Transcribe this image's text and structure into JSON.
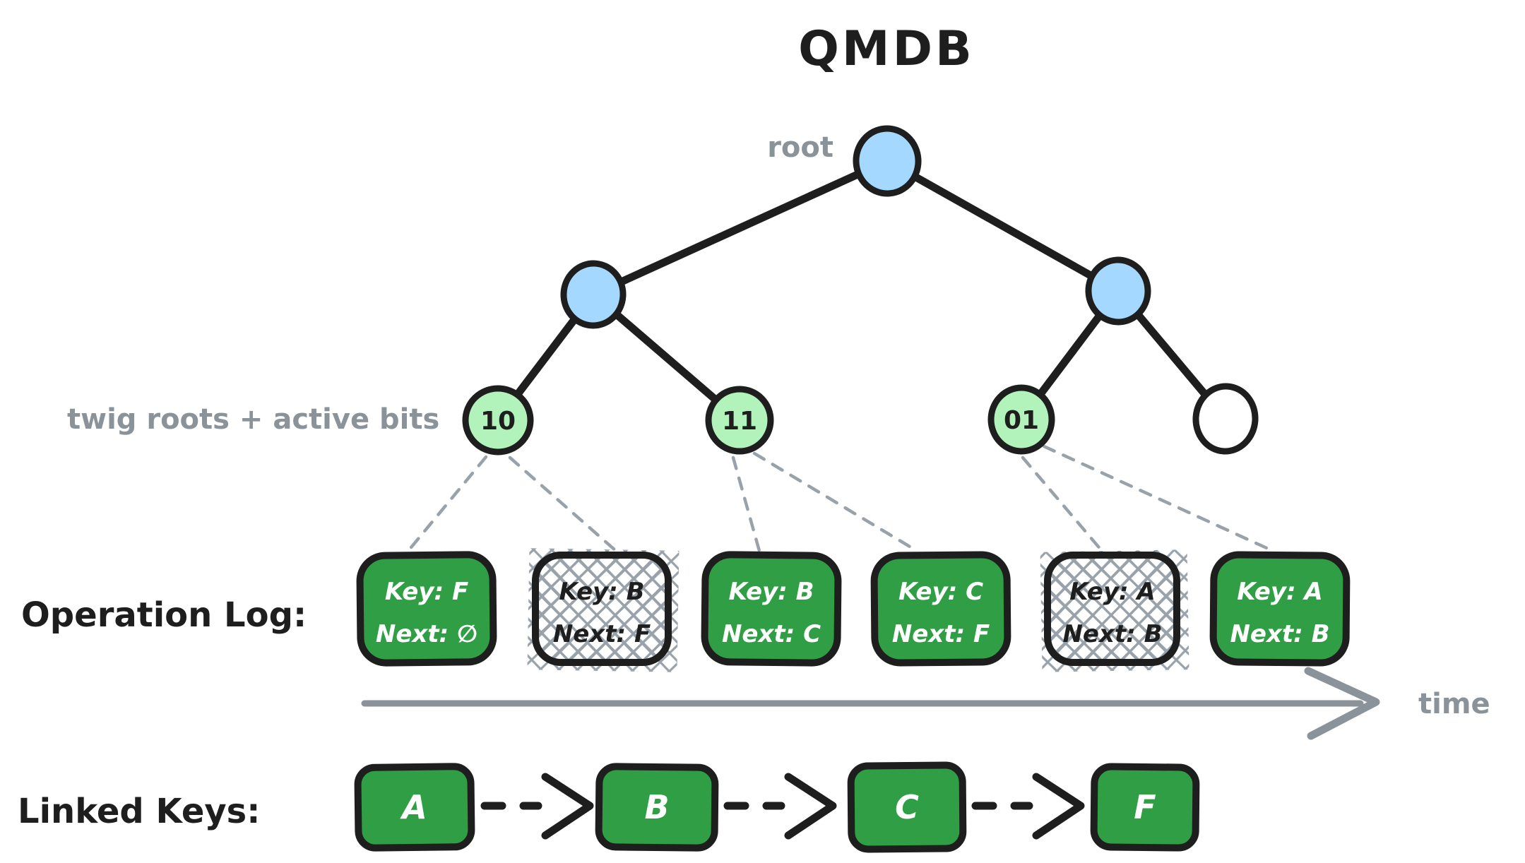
{
  "title": "QMDB",
  "tree": {
    "root_label": "root",
    "twig_label": "twig roots + active bits",
    "leaf_labels": [
      "10",
      "11",
      "01",
      ""
    ]
  },
  "operation_log": {
    "heading": "Operation Log:",
    "entries": [
      {
        "key": "Key: F",
        "next": "Next: ∅",
        "style": "green"
      },
      {
        "key": "Key: B",
        "next": "Next: F",
        "style": "hatched"
      },
      {
        "key": "Key: B",
        "next": "Next: C",
        "style": "green"
      },
      {
        "key": "Key: C",
        "next": "Next: F",
        "style": "green"
      },
      {
        "key": "Key: A",
        "next": "Next: B",
        "style": "hatched"
      },
      {
        "key": "Key: A",
        "next": "Next: B",
        "style": "green"
      }
    ],
    "time_label": "time"
  },
  "linked_keys": {
    "heading": "Linked Keys:",
    "keys": [
      "A",
      "B",
      "C",
      "F"
    ]
  },
  "colors": {
    "node_blue": "#a5d8ff",
    "node_green": "#b2f2bb",
    "box_green": "#2f9e44",
    "stroke_black": "#1e1e1e",
    "label_gray": "#8a929a",
    "hatch_gray": "#99a2aa"
  }
}
